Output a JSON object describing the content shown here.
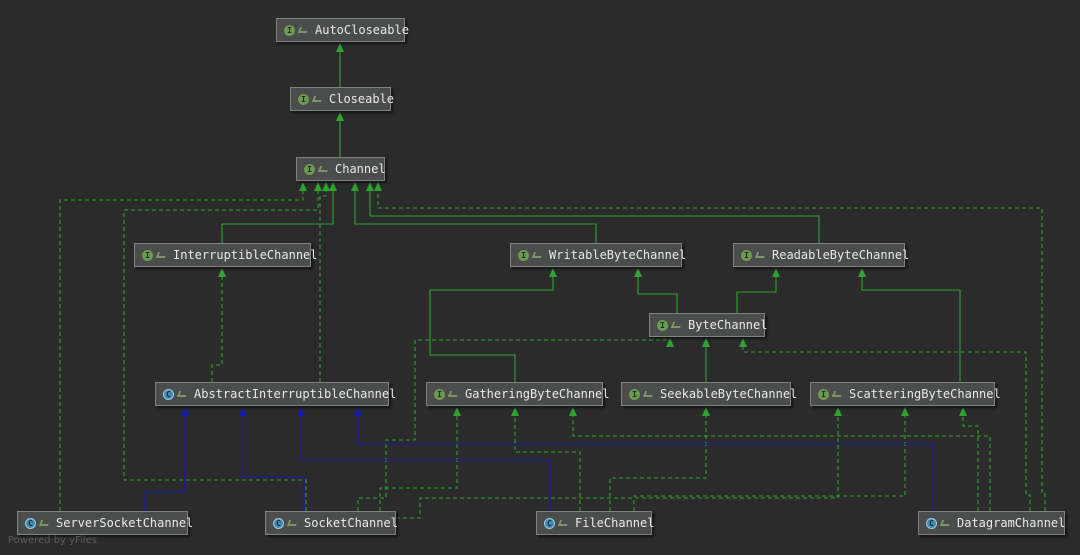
{
  "diagram": {
    "nodes": [
      {
        "id": "autocloseable",
        "label": "AutoCloseable",
        "kind": "interface"
      },
      {
        "id": "closeable",
        "label": "Closeable",
        "kind": "interface"
      },
      {
        "id": "channel",
        "label": "Channel",
        "kind": "interface"
      },
      {
        "id": "interruptiblechannel",
        "label": "InterruptibleChannel",
        "kind": "interface"
      },
      {
        "id": "writablebytechannel",
        "label": "WritableByteChannel",
        "kind": "interface"
      },
      {
        "id": "readablebytechannel",
        "label": "ReadableByteChannel",
        "kind": "interface"
      },
      {
        "id": "bytechannel",
        "label": "ByteChannel",
        "kind": "interface"
      },
      {
        "id": "abstractinterruptiblechannel",
        "label": "AbstractInterruptibleChannel",
        "kind": "abstract-class"
      },
      {
        "id": "gatheringbytechannel",
        "label": "GatheringByteChannel",
        "kind": "interface"
      },
      {
        "id": "seekablebytechannel",
        "label": "SeekableByteChannel",
        "kind": "interface"
      },
      {
        "id": "scatteringbytechannel",
        "label": "ScatteringByteChannel",
        "kind": "interface"
      },
      {
        "id": "serversocketchannel",
        "label": "ServerSocketChannel",
        "kind": "abstract-class"
      },
      {
        "id": "socketchannel",
        "label": "SocketChannel",
        "kind": "abstract-class"
      },
      {
        "id": "filechannel",
        "label": "FileChannel",
        "kind": "abstract-class"
      },
      {
        "id": "datagramchannel",
        "label": "DatagramChannel",
        "kind": "abstract-class"
      }
    ],
    "relations": [
      {
        "from": "closeable",
        "to": "autocloseable",
        "type": "extends"
      },
      {
        "from": "channel",
        "to": "closeable",
        "type": "extends"
      },
      {
        "from": "interruptiblechannel",
        "to": "channel",
        "type": "extends"
      },
      {
        "from": "writablebytechannel",
        "to": "channel",
        "type": "extends"
      },
      {
        "from": "readablebytechannel",
        "to": "channel",
        "type": "extends"
      },
      {
        "from": "bytechannel",
        "to": "writablebytechannel",
        "type": "extends"
      },
      {
        "from": "bytechannel",
        "to": "readablebytechannel",
        "type": "extends"
      },
      {
        "from": "gatheringbytechannel",
        "to": "writablebytechannel",
        "type": "extends"
      },
      {
        "from": "scatteringbytechannel",
        "to": "readablebytechannel",
        "type": "extends"
      },
      {
        "from": "seekablebytechannel",
        "to": "bytechannel",
        "type": "extends"
      },
      {
        "from": "abstractinterruptiblechannel",
        "to": "interruptiblechannel",
        "type": "implements"
      },
      {
        "from": "abstractinterruptiblechannel",
        "to": "channel",
        "type": "implements"
      },
      {
        "from": "serversocketchannel",
        "to": "abstractinterruptiblechannel",
        "type": "extends"
      },
      {
        "from": "socketchannel",
        "to": "abstractinterruptiblechannel",
        "type": "extends"
      },
      {
        "from": "filechannel",
        "to": "abstractinterruptiblechannel",
        "type": "extends"
      },
      {
        "from": "datagramchannel",
        "to": "abstractinterruptiblechannel",
        "type": "extends"
      },
      {
        "from": "serversocketchannel",
        "to": "channel",
        "type": "implements"
      },
      {
        "from": "socketchannel",
        "to": "channel",
        "type": "implements"
      },
      {
        "from": "datagramchannel",
        "to": "channel",
        "type": "implements"
      },
      {
        "from": "socketchannel",
        "to": "bytechannel",
        "type": "implements"
      },
      {
        "from": "socketchannel",
        "to": "gatheringbytechannel",
        "type": "implements"
      },
      {
        "from": "socketchannel",
        "to": "scatteringbytechannel",
        "type": "implements"
      },
      {
        "from": "filechannel",
        "to": "seekablebytechannel",
        "type": "implements"
      },
      {
        "from": "filechannel",
        "to": "gatheringbytechannel",
        "type": "implements"
      },
      {
        "from": "filechannel",
        "to": "scatteringbytechannel",
        "type": "implements"
      },
      {
        "from": "datagramchannel",
        "to": "bytechannel",
        "type": "implements"
      },
      {
        "from": "datagramchannel",
        "to": "gatheringbytechannel",
        "type": "implements"
      },
      {
        "from": "datagramchannel",
        "to": "scatteringbytechannel",
        "type": "implements"
      }
    ],
    "legend_colors": {
      "extends_interface": "#2fa32f",
      "implements": "#2fa32f",
      "extends_class": "#1a1ab0",
      "interface_icon": "#6b9b4d",
      "class_icon": "#3f8db5"
    },
    "icon_letters": {
      "interface": "I",
      "abstract-class": "C"
    }
  },
  "watermark": "Powered by yFiles"
}
